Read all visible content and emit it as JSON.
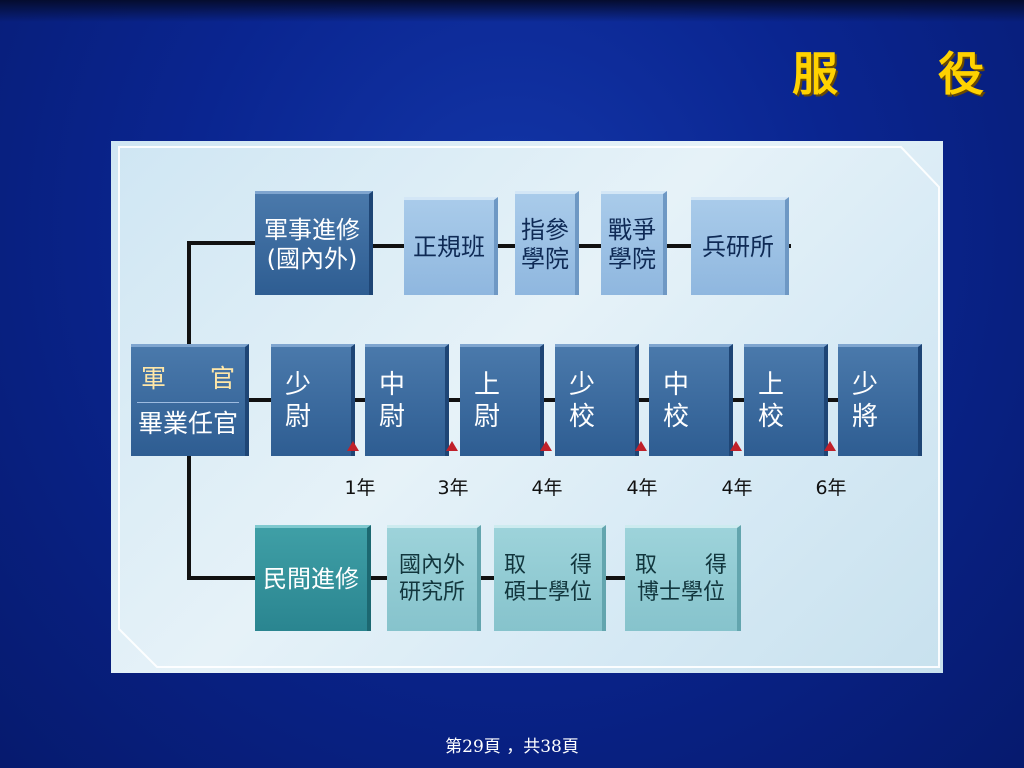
{
  "slide": {
    "title": "服 役",
    "page_number": "第29頁 ，共38頁"
  },
  "diagram": {
    "officer": {
      "top_left": "軍",
      "top_right": "官",
      "bottom": "畢業任官"
    },
    "military_branch": {
      "head": [
        "軍事進修",
        "(國內外)"
      ],
      "steps": [
        [
          "正規班"
        ],
        [
          "指參",
          "學院"
        ],
        [
          "戰爭",
          "學院"
        ],
        [
          "兵研所"
        ]
      ]
    },
    "ranks": [
      "少 尉",
      "中 尉",
      "上 尉",
      "少 校",
      "中 校",
      "上 校",
      "少 將"
    ],
    "years": [
      "1年",
      "3年",
      "4年",
      "4年",
      "4年",
      "6年"
    ],
    "civilian_branch": {
      "head": "民間進修",
      "steps": [
        {
          "line1": "國內外",
          "line2": "研究所"
        },
        {
          "line1a": "取",
          "line1b": "得",
          "line2": "碩士學位"
        },
        {
          "line1a": "取",
          "line1b": "得",
          "line2": "博士學位"
        }
      ]
    }
  }
}
